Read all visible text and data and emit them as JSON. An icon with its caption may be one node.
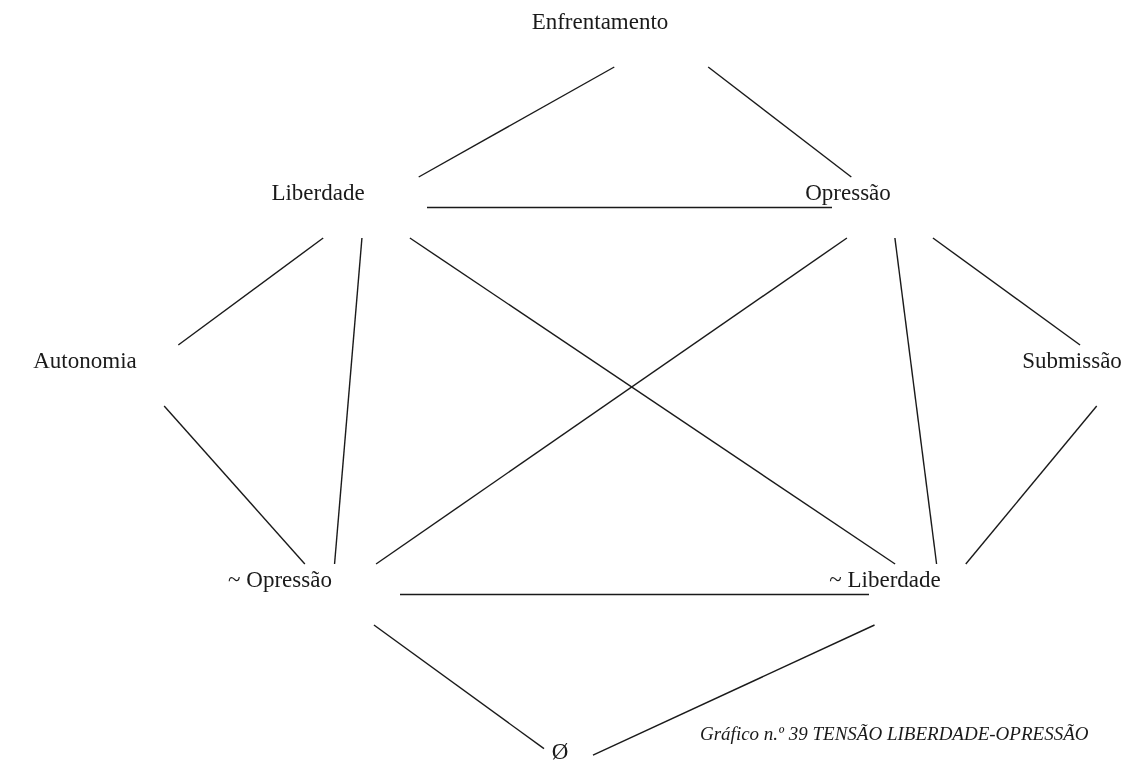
{
  "diagram": {
    "caption": "Gráfico n.º 39 TENSÃO LIBERDADE-OPRESSÃO",
    "nodes": [
      {
        "text": [
          "Enfrentamento"
        ]
      },
      {
        "text": [
          "Liberdade"
        ]
      },
      {
        "text": [
          "Opressão"
        ]
      },
      {
        "text": [
          "Autonomia"
        ]
      },
      {
        "text": [
          "Submissão"
        ]
      },
      {
        "text": [
          "~ Opressão"
        ]
      },
      {
        "text": [
          "~ Liberdade"
        ]
      },
      {
        "text": [
          "Ø"
        ]
      }
    ],
    "edges": [
      {
        "from": 0,
        "to": 1,
        "arrow": "none"
      },
      {
        "from": 0,
        "to": 2,
        "arrow": "none"
      },
      {
        "from": 1,
        "to": 2,
        "arrow": "none"
      },
      {
        "from": 1,
        "to": 3,
        "arrow": "none"
      },
      {
        "from": 2,
        "to": 4,
        "arrow": "none"
      },
      {
        "from": 1,
        "to": 5,
        "arrow": "none"
      },
      {
        "from": 1,
        "to": 6,
        "arrow": "none"
      },
      {
        "from": 2,
        "to": 5,
        "arrow": "none"
      },
      {
        "from": 2,
        "to": 6,
        "arrow": "none"
      },
      {
        "from": 3,
        "to": 5,
        "arrow": "none"
      },
      {
        "from": 4,
        "to": 6,
        "arrow": "none"
      },
      {
        "from": 5,
        "to": 6,
        "arrow": "none"
      },
      {
        "from": 5,
        "to": 7,
        "arrow": "none"
      },
      {
        "from": 6,
        "to": 7,
        "arrow": "none"
      }
    ]
  }
}
